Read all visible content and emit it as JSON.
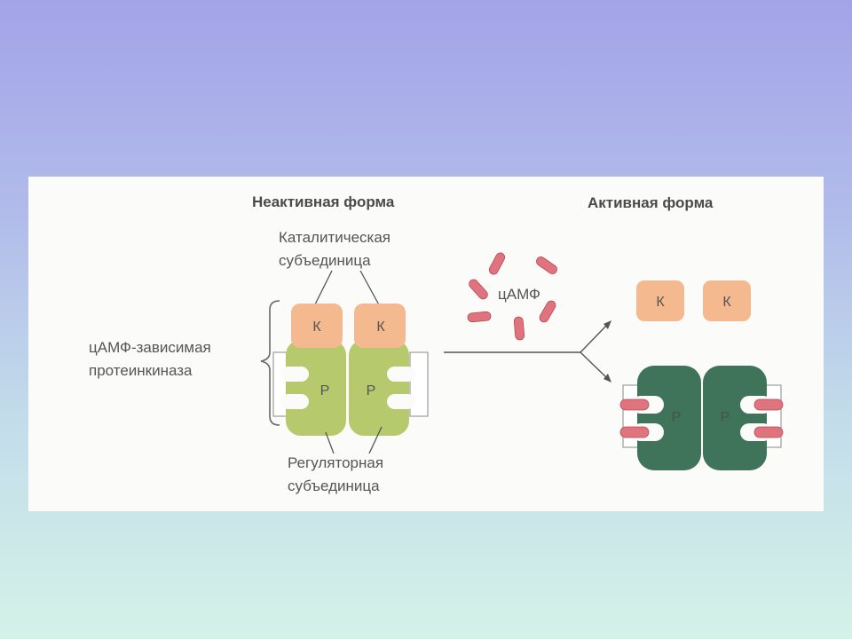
{
  "diagram": {
    "inactive_title": "Неактивная форма",
    "active_title": "Активная форма",
    "catalytic_label_line1": "Каталитическая",
    "catalytic_label_line2": "субъединица",
    "kinase_label_line1": "цАМФ-зависимая",
    "kinase_label_line2": "протеинкиназа",
    "regulatory_label_line1": "Регуляторная",
    "regulatory_label_line2": "субъединица",
    "camp_label": "цАМФ",
    "catalytic_letter": "К",
    "regulatory_letter": "Р"
  },
  "colors": {
    "catalytic": "#f4b98e",
    "regulatory_inactive": "#b6c96c",
    "regulatory_active": "#3f735a",
    "camp": "#e0747e",
    "arrow": "#555555"
  }
}
